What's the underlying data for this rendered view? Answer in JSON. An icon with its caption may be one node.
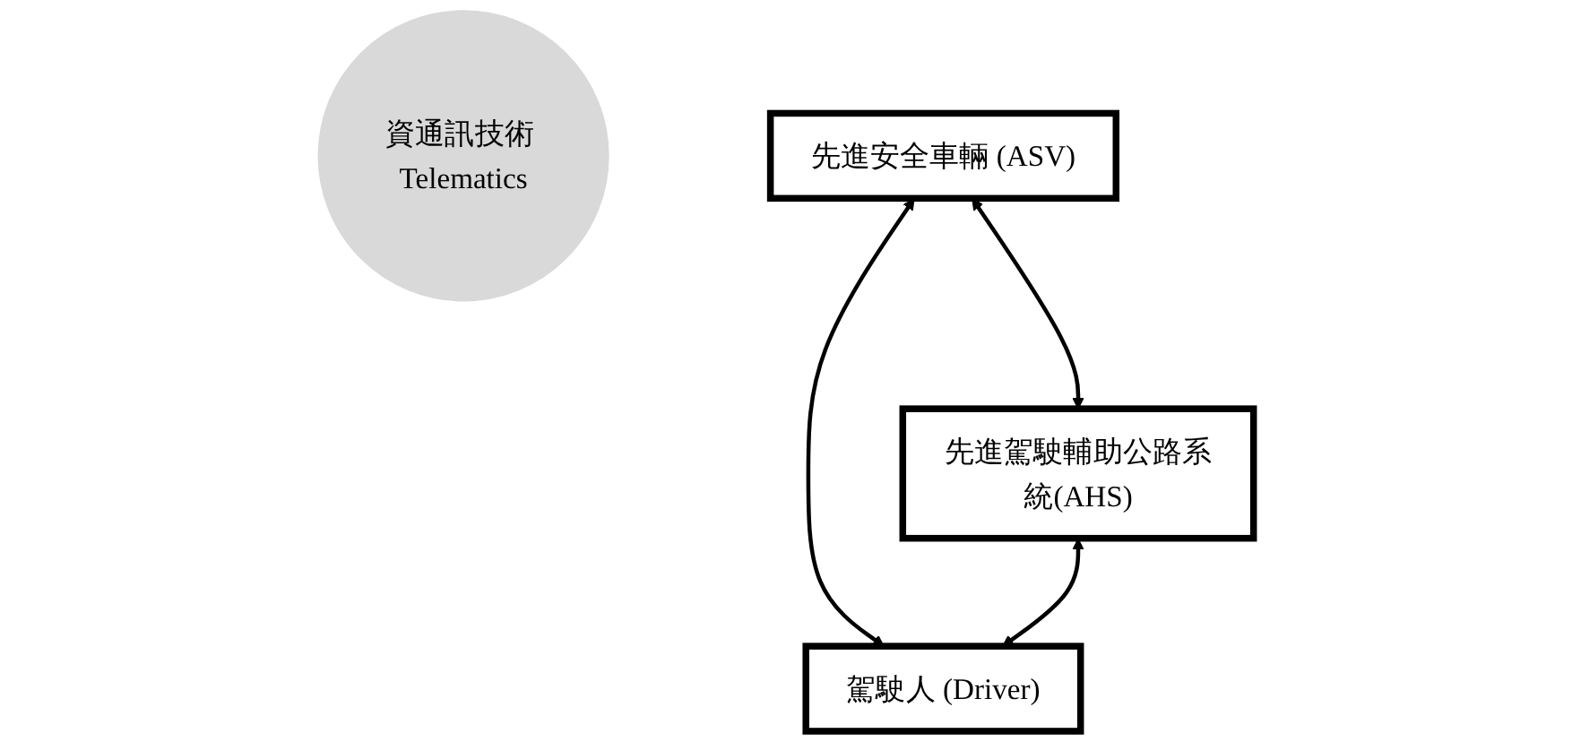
{
  "diagram": {
    "nodes": [
      {
        "text": [
          "資通訊技術 Telematics"
        ]
      },
      {
        "text": [
          "先進安全車輛 (ASV)"
        ]
      },
      {
        "text": [
          "先進駕駛輔助公路系統(AHS)"
        ]
      },
      {
        "text": [
          "駕駛人 (Driver)"
        ]
      }
    ],
    "edges": [
      {
        "from": 1,
        "to": 2,
        "arrow": "both"
      },
      {
        "from": 1,
        "to": 3,
        "arrow": "both"
      },
      {
        "from": 2,
        "to": 3,
        "arrow": "both"
      }
    ]
  }
}
